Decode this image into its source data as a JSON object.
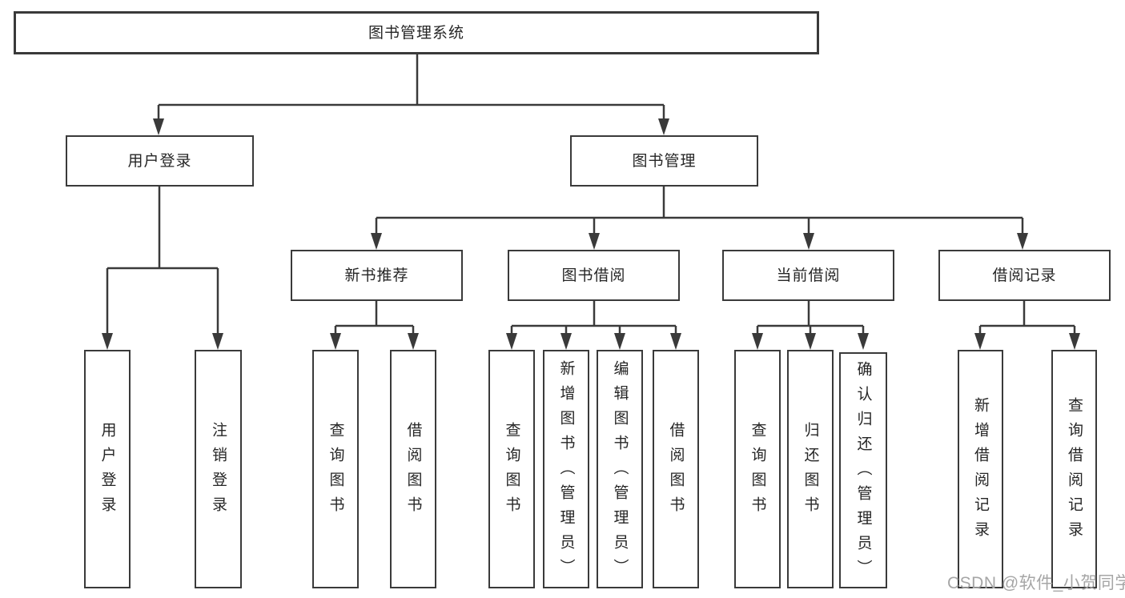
{
  "diagram": {
    "type": "hierarchy-tree",
    "line_color": "#3a3a3a",
    "box_border_color": "#3a3a3a",
    "text_color": "#262626",
    "background_color": "#ffffff",
    "root": {
      "label": "图书管理系统"
    },
    "branches": [
      {
        "label": "用户登录",
        "children": [
          {
            "label": "用户登录"
          },
          {
            "label": "注销登录"
          }
        ]
      },
      {
        "label": "图书管理",
        "children": [
          {
            "label": "新书推荐",
            "children": [
              {
                "label": "查询图书"
              },
              {
                "label": "借阅图书"
              }
            ]
          },
          {
            "label": "图书借阅",
            "children": [
              {
                "label": "查询图书"
              },
              {
                "label": "新增图书（管理员）"
              },
              {
                "label": "编辑图书（管理员）"
              },
              {
                "label": "借阅图书"
              }
            ]
          },
          {
            "label": "当前借阅",
            "children": [
              {
                "label": "查询图书"
              },
              {
                "label": "归还图书"
              },
              {
                "label": "确认归还（管理员）"
              }
            ]
          },
          {
            "label": "借阅记录",
            "children": [
              {
                "label": "新增借阅记录"
              },
              {
                "label": "查询借阅记录"
              }
            ]
          }
        ]
      }
    ]
  },
  "watermark": {
    "text": "CSDN @软件_小贺同学",
    "color": "#a6a6a6"
  }
}
